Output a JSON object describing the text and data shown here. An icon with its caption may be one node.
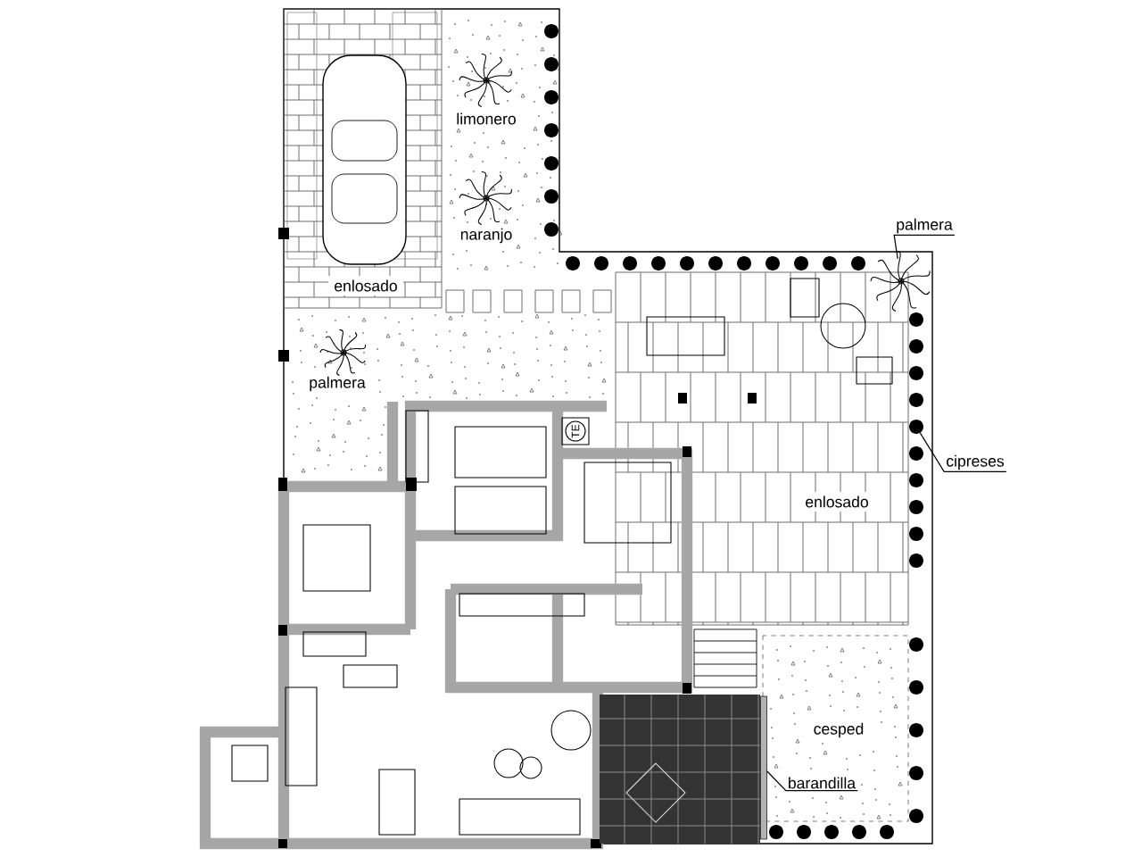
{
  "diagram": {
    "nodes": [
      {
        "text": [
          "palmera"
        ]
      },
      {
        "text": [],
        "shape": "picture"
      },
      {
        "text": [
          "cipreses"
        ]
      },
      {
        "text": [],
        "shape": "circle"
      },
      {
        "text": [
          "barandilla"
        ]
      },
      {
        "text": [],
        "shape": "bar"
      }
    ],
    "edges": [
      {
        "from": 0,
        "to": 1,
        "arrow": "none"
      },
      {
        "from": 2,
        "to": 3,
        "arrow": "none"
      },
      {
        "from": 4,
        "to": 5,
        "arrow": "none"
      }
    ],
    "labels": [
      "limonero",
      "naranjo",
      "enlosado",
      "palmera",
      "TE",
      "enlosado",
      "cesped"
    ]
  }
}
